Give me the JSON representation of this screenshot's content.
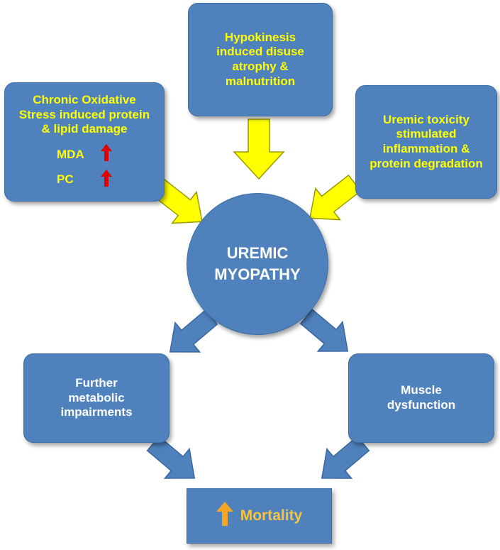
{
  "top_box": {
    "lines": [
      "Hypokinesis",
      "induced disuse",
      "atrophy &",
      "malnutrition"
    ]
  },
  "left_box": {
    "lines": [
      "Chronic Oxidative",
      "Stress induced protein",
      "& lipid damage"
    ],
    "markers": [
      "MDA",
      "PC"
    ]
  },
  "right_box": {
    "lines": [
      "Uremic toxicity",
      "stimulated",
      "inflammation &",
      "protein degradation"
    ]
  },
  "center": {
    "lines": [
      "UREMIC",
      "MYOPATHY"
    ]
  },
  "bottom_left_box": {
    "lines": [
      "Further",
      "metabolic",
      "impairments"
    ]
  },
  "bottom_right_box": {
    "lines": [
      "Muscle",
      "dysfunction"
    ]
  },
  "bottom_box": {
    "label": "Mortality"
  },
  "colors": {
    "box_fill": "#4f81bd",
    "cause_text": "#ffff00",
    "effect_text": "#ffffff",
    "cause_arrow": "#ffff00",
    "effect_arrow": "#4f81bd",
    "marker_up_arrow": "#e00000",
    "mortality_text": "#f6c342",
    "mortality_up_arrow": "#f6a623"
  },
  "icons": {
    "increase_marker": "red-up-arrow-icon",
    "mortality_increase": "orange-up-arrow-icon"
  }
}
